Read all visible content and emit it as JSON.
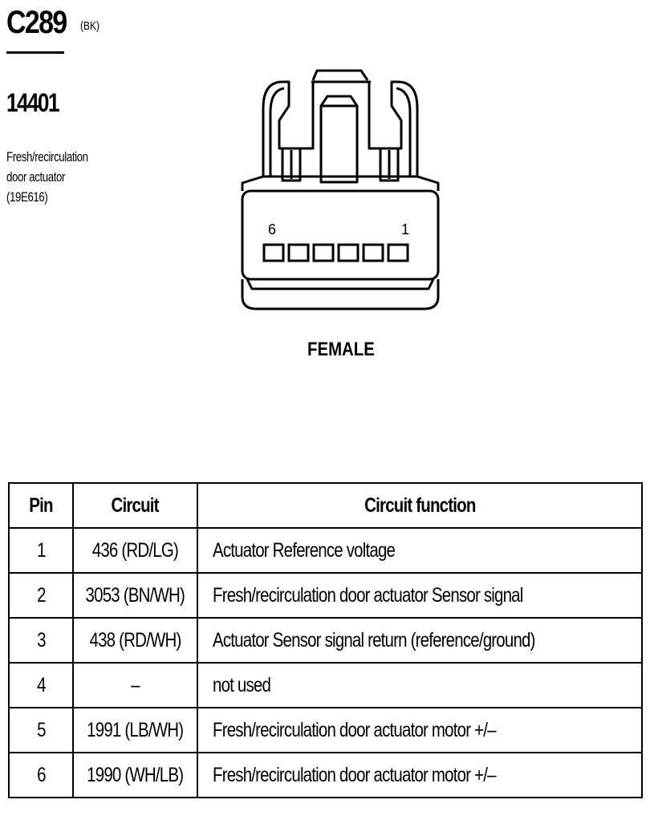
{
  "connector": {
    "id": "C289",
    "color": "(BK)",
    "part_number": "14401",
    "description": [
      "Fresh/recirculation",
      "door actuator",
      "(19E616)"
    ],
    "gender": "FEMALE",
    "pin_labels": {
      "left": "6",
      "right": "1"
    },
    "pin_count": 6
  },
  "table": {
    "headers": {
      "pin": "Pin",
      "circuit": "Circuit",
      "function": "Circuit function"
    },
    "rows": [
      {
        "pin": "1",
        "circuit": "436 (RD/LG)",
        "function": "Actuator Reference voltage"
      },
      {
        "pin": "2",
        "circuit": "3053 (BN/WH)",
        "function": "Fresh/recirculation door actuator  Sensor signal"
      },
      {
        "pin": "3",
        "circuit": "438 (RD/WH)",
        "function": "Actuator Sensor signal return (reference/ground)"
      },
      {
        "pin": "4",
        "circuit": "–",
        "function": "not used"
      },
      {
        "pin": "5",
        "circuit": "1991 (LB/WH)",
        "function": "Fresh/recirculation door actuator  motor +/–"
      },
      {
        "pin": "6",
        "circuit": "1990 (WH/LB)",
        "function": "Fresh/recirculation door actuator  motor +/–"
      }
    ]
  }
}
